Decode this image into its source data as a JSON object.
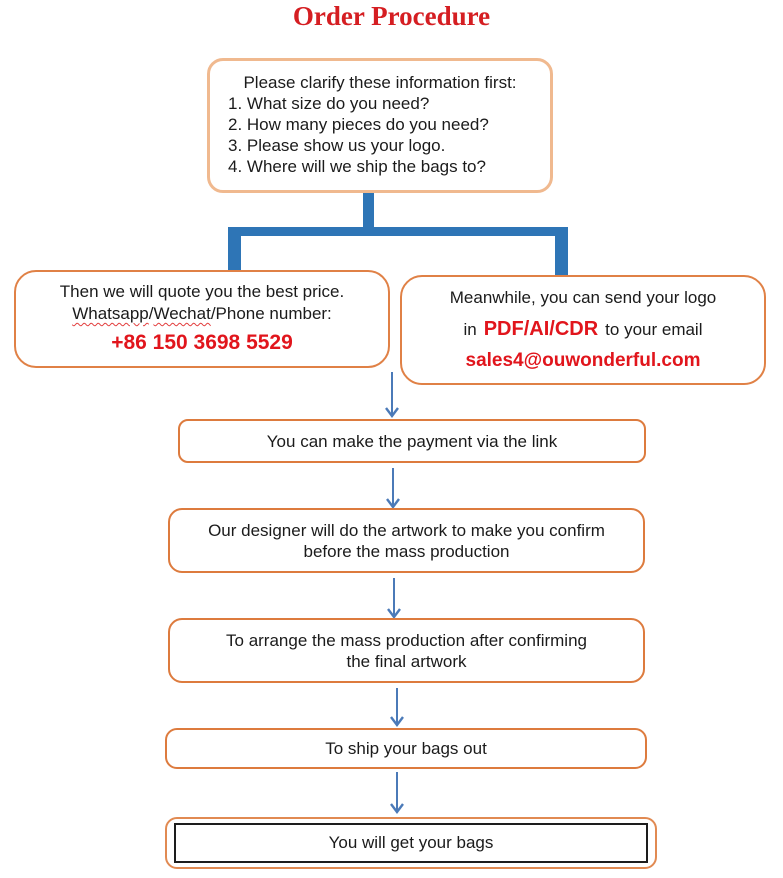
{
  "title": "Order Procedure",
  "clarify_box": {
    "heading": "Please clarify these information first:",
    "items": [
      "1. What size do you need?",
      "2. How many pieces do you need?",
      "3. Please show us your logo.",
      "4. Where will we ship the bags to?"
    ]
  },
  "quote_box": {
    "line1": "Then we will quote you the best price.",
    "contact_word1": "Whatsapp",
    "contact_sep1": "/",
    "contact_word2": "Wechat",
    "contact_rest": "/Phone number:",
    "phone": "+86 150 3698 5529"
  },
  "logo_box": {
    "line1": "Meanwhile, you can send your logo",
    "line2_prefix": "in",
    "line2_highlight": "PDF/AI/CDR",
    "line2_suffix": "to your email",
    "email": "sales4@ouwonderful.com"
  },
  "steps": [
    {
      "label": "You can make the payment via the link"
    },
    {
      "label": "Our designer will do the artwork to make you confirm\nbefore the mass production"
    },
    {
      "label": "To arrange the mass production after confirming\nthe final artwork"
    },
    {
      "label": "To ship your bags out"
    }
  ],
  "final_step": {
    "label": "You will get your bags"
  },
  "colors": {
    "title_red": "#d51e22",
    "highlight_red": "#e1151c",
    "top_box_border": "#f0b98f",
    "side_box_border": "#e08146",
    "step_box_border": "#dd7b3e",
    "connector_blue": "#2e75b6",
    "arrow_blue": "#4b7ab8",
    "final_inner_border": "#1d1d1d",
    "text_color": "#1b1b1b"
  }
}
